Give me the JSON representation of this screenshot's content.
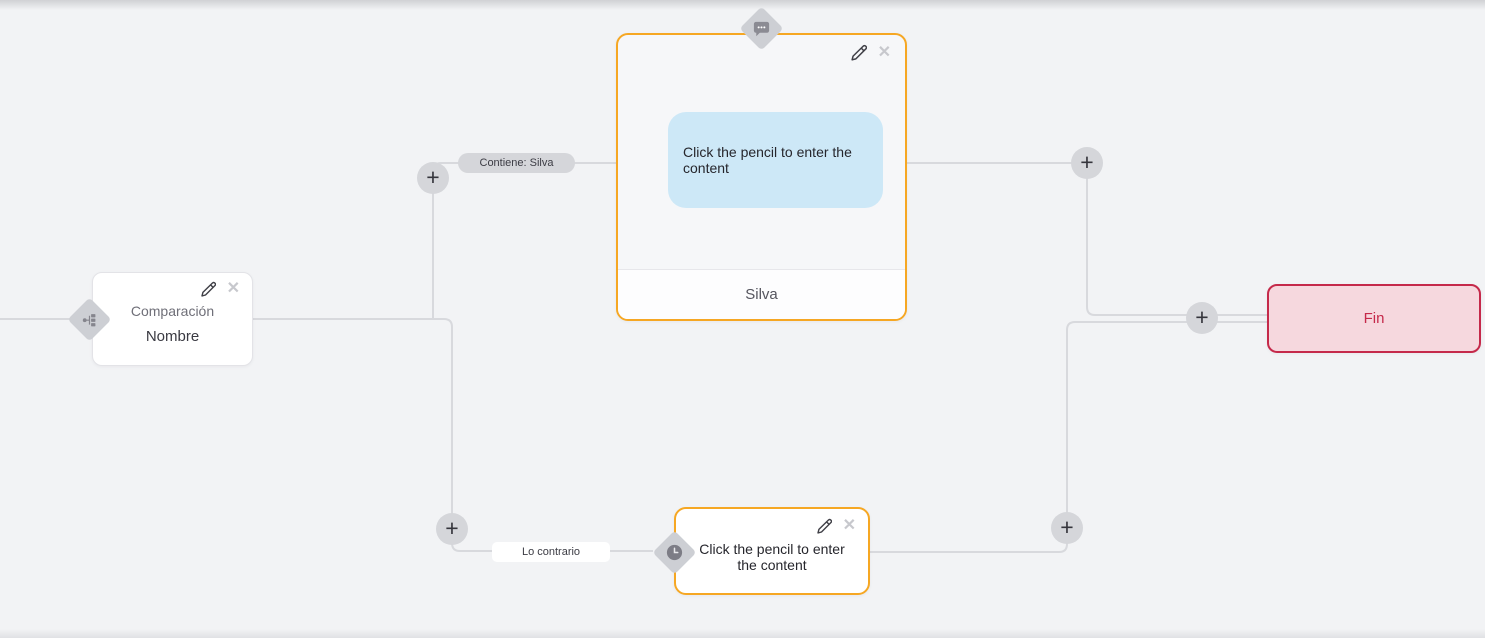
{
  "colors": {
    "canvas_bg": "#f2f3f5",
    "connector_gray": "#d8d9dd",
    "accent_orange": "#f6a723",
    "bubble_blue": "#cde8f7",
    "end_red": "#c5294a",
    "end_bg": "#f6d8de",
    "pill_gray": "#d5d6da"
  },
  "icons": {
    "plus": "+",
    "close": "✕"
  },
  "edge_labels": {
    "condition_true": "Contiene: Silva",
    "condition_false": "Lo contrario"
  },
  "nodes": {
    "comparison": {
      "type_label": "Comparación",
      "name": "Nombre"
    },
    "message": {
      "bubble_placeholder": "Click the pencil to enter the content",
      "footer_label": "Silva"
    },
    "action": {
      "placeholder": "Click the pencil to enter the content"
    },
    "end": {
      "label": "Fin"
    }
  }
}
